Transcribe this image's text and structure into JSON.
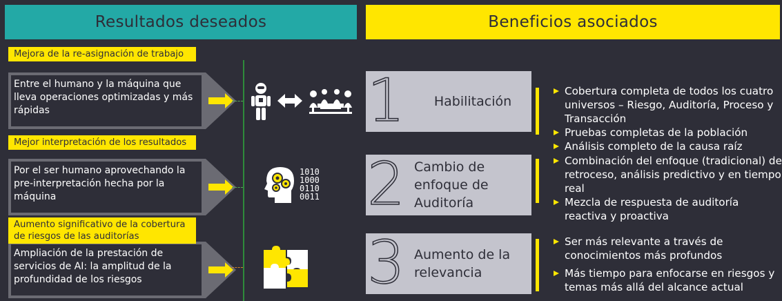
{
  "headers": {
    "left": "Resultados deseados",
    "right": "Beneficios asociados"
  },
  "outcomes": [
    {
      "tag": "Mejora de la re-asignación de trabajo",
      "body": "Entre el humano y la máquina que lleva operaciones optimizadas y más rápidas"
    },
    {
      "tag": "Mejor interpretación de los resultados",
      "body": "Por el ser humano aprovechando la pre-interpretación hecha por la máquina"
    },
    {
      "tag": "Aumento significativo de la cobertura de riesgos de las auditorías",
      "body": "Ampliación de la prestación de servicios de AI: la amplitud de la profundidad de los riesgos"
    }
  ],
  "binary_text": [
    "1010",
    "1000",
    "0110",
    "0011"
  ],
  "benefits": [
    {
      "number": "1",
      "label": "Habilitación",
      "bullets": [
        "Cobertura completa de todos los cuatro universos – Riesgo, Auditoría, Proceso y Transacción",
        "Pruebas completas de la población",
        "Análisis completo de la causa raíz"
      ]
    },
    {
      "number": "2",
      "label": "Cambio de enfoque de Auditoría",
      "bullets": [
        "Combinación del enfoque (tradicional) de retroceso, análisis predictivo y en tiempo real",
        "Mezcla de respuesta de auditoría reactiva y proactiva"
      ]
    },
    {
      "number": "3",
      "label": "Aumento de la relevancia",
      "bullets": [
        "Ser más relevante a través de conocimientos más profundos",
        "Más tiempo para enfocarse en riesgos y temas más allá del alcance actual"
      ]
    }
  ],
  "colors": {
    "teal": "#23a9a6",
    "yellow": "#ffe600",
    "background": "#2e2e38",
    "gray": "#c4c4cd"
  },
  "icons": [
    "robot-icon",
    "double-arrow-icon",
    "meeting-people-icon",
    "brain-gears-icon",
    "puzzle-icon"
  ]
}
